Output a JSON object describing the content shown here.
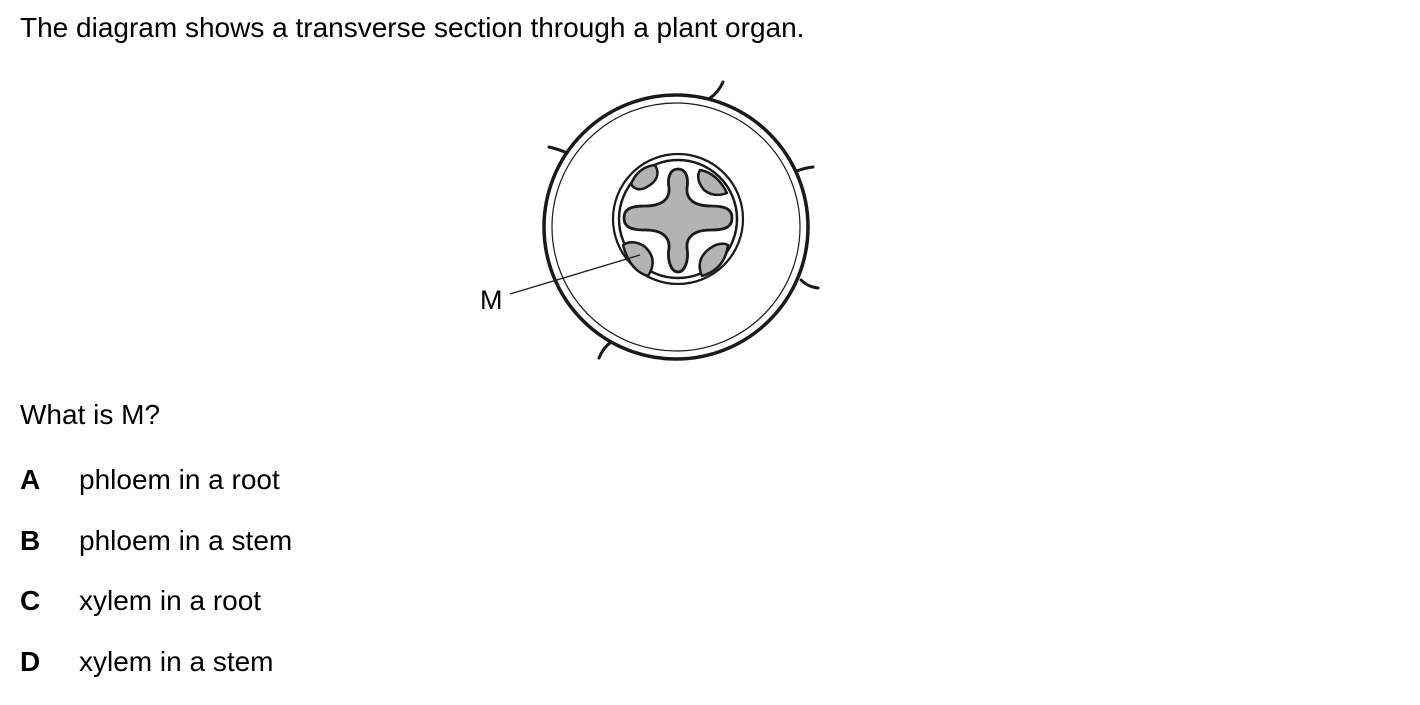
{
  "question": {
    "intro": "The diagram shows a transverse section through a plant organ.",
    "prompt": "What is M?"
  },
  "diagram": {
    "label": "M",
    "fill_color": "#b3b3b3",
    "line_color": "#1a1a1a"
  },
  "options": [
    {
      "letter": "A",
      "text": "phloem in a root"
    },
    {
      "letter": "B",
      "text": "phloem in a stem"
    },
    {
      "letter": "C",
      "text": "xylem in a root"
    },
    {
      "letter": "D",
      "text": "xylem in a stem"
    }
  ]
}
